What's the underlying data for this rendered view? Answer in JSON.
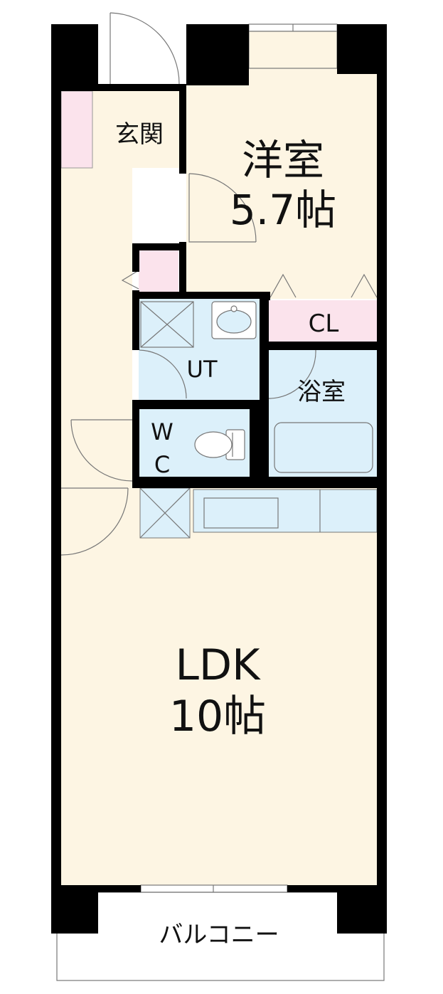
{
  "rooms": {
    "entrance": "玄関",
    "western_name": "洋室",
    "western_size": "5.7帖",
    "closet": "CL",
    "utility": "UT",
    "bath": "浴室",
    "wc_w": "W",
    "wc_c": "C",
    "ldk_name": "LDK",
    "ldk_size": "10帖",
    "balcony": "バルコニー"
  },
  "colors": {
    "floor": "#fdf5e3",
    "wet_area": "#dcf0fa",
    "closet": "#fbe3ec",
    "wall": "#000000"
  }
}
